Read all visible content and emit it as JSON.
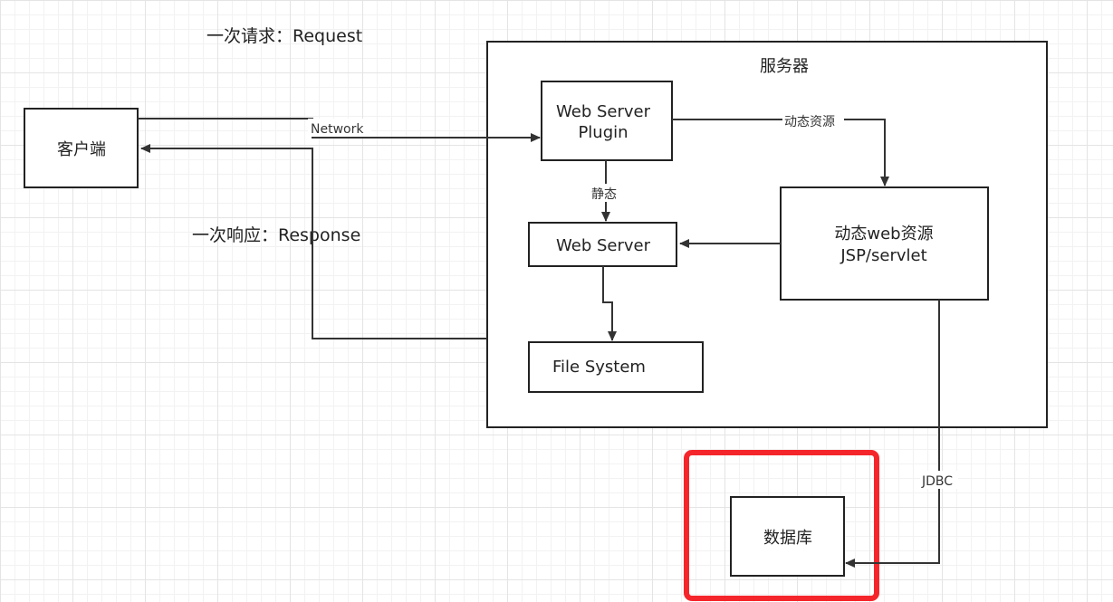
{
  "notes": {
    "request": "一次请求：Request",
    "response": "一次响应：Response"
  },
  "nodes": {
    "client": "客户端",
    "server_container": "服务器",
    "plugin_line1": "Web Server",
    "plugin_line2": "Plugin",
    "web_server": "Web Server",
    "dynamic_line1": "动态web资源",
    "dynamic_line2": "JSP/servlet",
    "file_system": "File System",
    "database": "数据库"
  },
  "edges": {
    "network": "Network",
    "dynamic_resource": "动态资源",
    "static": "静态",
    "jdbc": "JDBC"
  },
  "colors": {
    "stroke": "#222222",
    "highlight": "#f5262b"
  }
}
